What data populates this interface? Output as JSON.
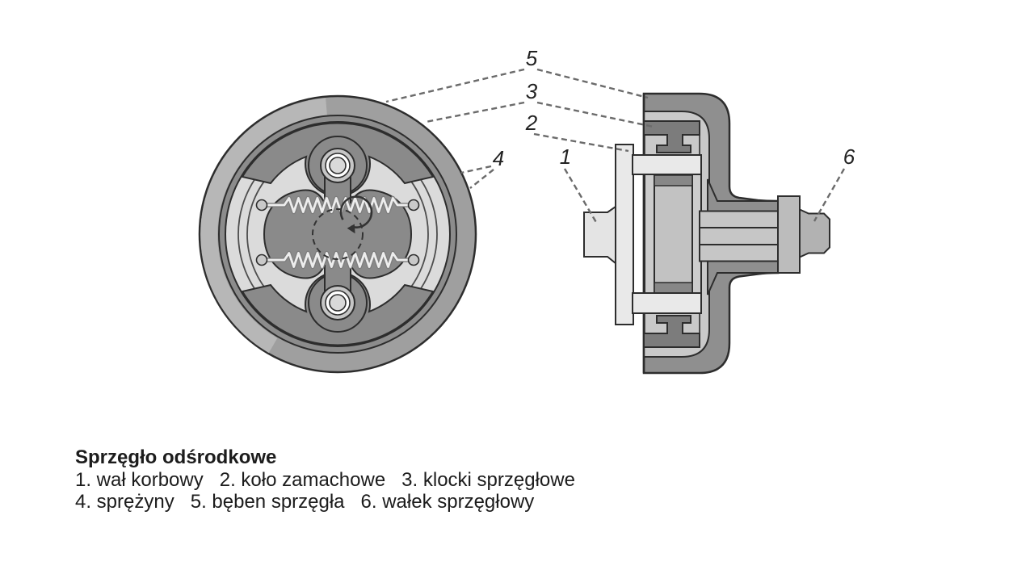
{
  "figure": {
    "title": "Sprzęgło odśrodkowe",
    "legend_line1": "1. wał korbowy   2. koło zamachowe   3. klocki sprzęgłowe",
    "legend_line2": "4. sprężyny   5. bęben sprzęgła   6. wałek sprzęgłowy",
    "parts": [
      {
        "number": "1",
        "name": "wał korbowy"
      },
      {
        "number": "2",
        "name": "koło zamachowe"
      },
      {
        "number": "3",
        "name": "klocki sprzęgłowe"
      },
      {
        "number": "4",
        "name": "sprężyny"
      },
      {
        "number": "5",
        "name": "bęben sprzęgła"
      },
      {
        "number": "6",
        "name": "wałek sprzęgłowy"
      }
    ],
    "callouts": {
      "c1": "1",
      "c2": "2",
      "c3": "3",
      "c4": "4",
      "c5": "5",
      "c6": "6"
    },
    "colors": {
      "background": "#ffffff",
      "outline": "#2d2d2d",
      "drum_gray": "#8f8f8f",
      "dark_part_gray": "#7c7c7c",
      "mid_gray": "#a5a5a5",
      "light_lining": "#c9c9c9",
      "panel_light": "#e9e9e9",
      "leader_gray": "#6b6b6b"
    }
  }
}
